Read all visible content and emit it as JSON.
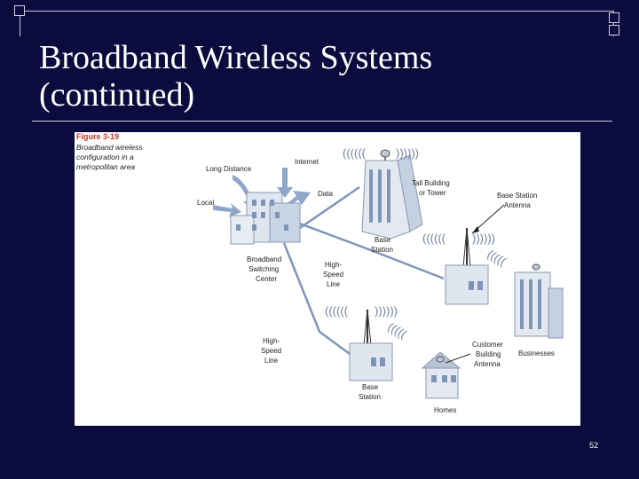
{
  "slide": {
    "title": "Broadband Wireless Systems\n(continued)",
    "page_number": "52"
  },
  "figure": {
    "number": "Figure 3-19",
    "caption": "Broadband wireless configuration in a metropolitan area",
    "labels": {
      "long_distance": "Long Distance",
      "internet": "Internet",
      "local": "Local",
      "data": "Data",
      "tall_building": "Tall Building",
      "or_tower": "or Tower",
      "base_station_antenna_1": "Base Station",
      "base_station_antenna_2": "Antenna",
      "base_1": "Base",
      "station_1": "Station",
      "switching_1": "Broadband",
      "switching_2": "Switching",
      "switching_3": "Center",
      "hs_top_1": "High-",
      "hs_top_2": "Speed",
      "hs_top_3": "Line",
      "hs_bot_1": "High-",
      "hs_bot_2": "Speed",
      "hs_bot_3": "Line",
      "cust_1": "Customer",
      "cust_2": "Building",
      "cust_3": "Antenna",
      "businesses": "Businesses",
      "base_2": "Base",
      "station_2": "Station",
      "homes": "Homes"
    }
  }
}
